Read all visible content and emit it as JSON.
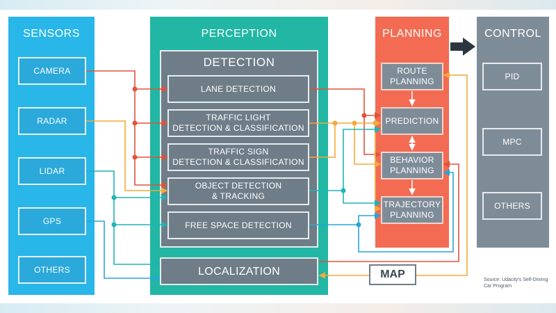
{
  "sensors": {
    "title": "SENSORS",
    "items": [
      "CAMERA",
      "RADAR",
      "LIDAR",
      "GPS",
      "OTHERS"
    ]
  },
  "perception": {
    "title": "PERCEPTION",
    "detection_title": "DETECTION",
    "detection_items": [
      "LANE DETECTION",
      "TRAFFIC LIGHT\nDETECTION & CLASSIFICATION",
      "TRAFFIC SIGN\nDETECTION & CLASSIFICATION",
      "OBJECT DETECTION\n& TRACKING",
      "FREE SPACE DETECTION"
    ],
    "localization": "LOCALIZATION"
  },
  "planning": {
    "title": "PLANNING",
    "items": [
      "ROUTE\nPLANNING",
      "PREDICTION",
      "BEHAVIOR\nPLANNING",
      "TRAJECTORY\nPLANNING"
    ]
  },
  "control": {
    "title": "CONTROL",
    "items": [
      "PID",
      "MPC",
      "OTHERS"
    ]
  },
  "map": "MAP",
  "source": "Source: Udacity's Self-Driving Car Program",
  "colors": {
    "sensors": "#29b6e8",
    "perception": "#21b7a4",
    "planning": "#f26b52",
    "control": "#7e8c98",
    "camera_wire": "#e0533a",
    "radar_wire": "#f4a93b",
    "lidar_wire": "#1fb3b5",
    "gps_wire": "#29a5d8",
    "arrow": "#2b3640"
  }
}
